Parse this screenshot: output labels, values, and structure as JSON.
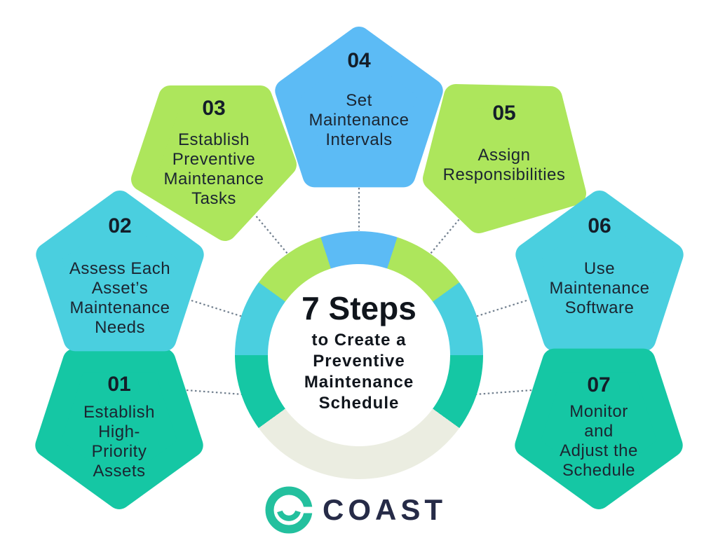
{
  "infographic": {
    "center": {
      "heading": "7 Steps",
      "subtitle_lines": [
        "to Create a",
        "Preventive",
        "Maintenance",
        "Schedule"
      ]
    },
    "steps": [
      {
        "number": "01",
        "label_lines": [
          "Establish",
          "High-",
          "Priority",
          "Assets"
        ],
        "color": "#15c7a4",
        "position": "bottom-left"
      },
      {
        "number": "02",
        "label_lines": [
          "Assess Each",
          "Asset’s",
          "Maintenance",
          "Needs"
        ],
        "color": "#4acfdf",
        "position": "left"
      },
      {
        "number": "03",
        "label_lines": [
          "Establish",
          "Preventive",
          "Maintenance",
          "Tasks"
        ],
        "color": "#ade65c",
        "position": "upper-left"
      },
      {
        "number": "04",
        "label_lines": [
          "Set",
          "Maintenance",
          "Intervals"
        ],
        "color": "#5cbbf5",
        "position": "top"
      },
      {
        "number": "05",
        "label_lines": [
          "Assign",
          "Responsibilities"
        ],
        "color": "#ade65c",
        "position": "upper-right"
      },
      {
        "number": "06",
        "label_lines": [
          "Use",
          "Maintenance",
          "Software"
        ],
        "color": "#4acfdf",
        "position": "right"
      },
      {
        "number": "07",
        "label_lines": [
          "Monitor",
          "and",
          "Adjust the",
          "Schedule"
        ],
        "color": "#15c7a4",
        "position": "bottom-right"
      }
    ],
    "ring": {
      "segments": [
        {
          "color": "#5cbbf5",
          "from": 0,
          "to": 18
        },
        {
          "color": "#ade65c",
          "from": 18,
          "to": 54
        },
        {
          "color": "#4acfdf",
          "from": 54,
          "to": 90
        },
        {
          "color": "#15c7a4",
          "from": 90,
          "to": 126
        },
        {
          "color": "#ebede1",
          "from": 126,
          "to": 234
        },
        {
          "color": "#15c7a4",
          "from": 234,
          "to": 270
        },
        {
          "color": "#4acfdf",
          "from": 270,
          "to": 306
        },
        {
          "color": "#ade65c",
          "from": 306,
          "to": 342
        },
        {
          "color": "#5cbbf5",
          "from": 342,
          "to": 360
        }
      ],
      "inner_color": "#ffffff"
    },
    "connector_color": "#72808f",
    "text_color": "#1b2531",
    "logo": {
      "text": "COAST",
      "icon": "coast-smile-c-icon",
      "icon_color": "#23c09e",
      "text_color": "#262b47"
    }
  }
}
